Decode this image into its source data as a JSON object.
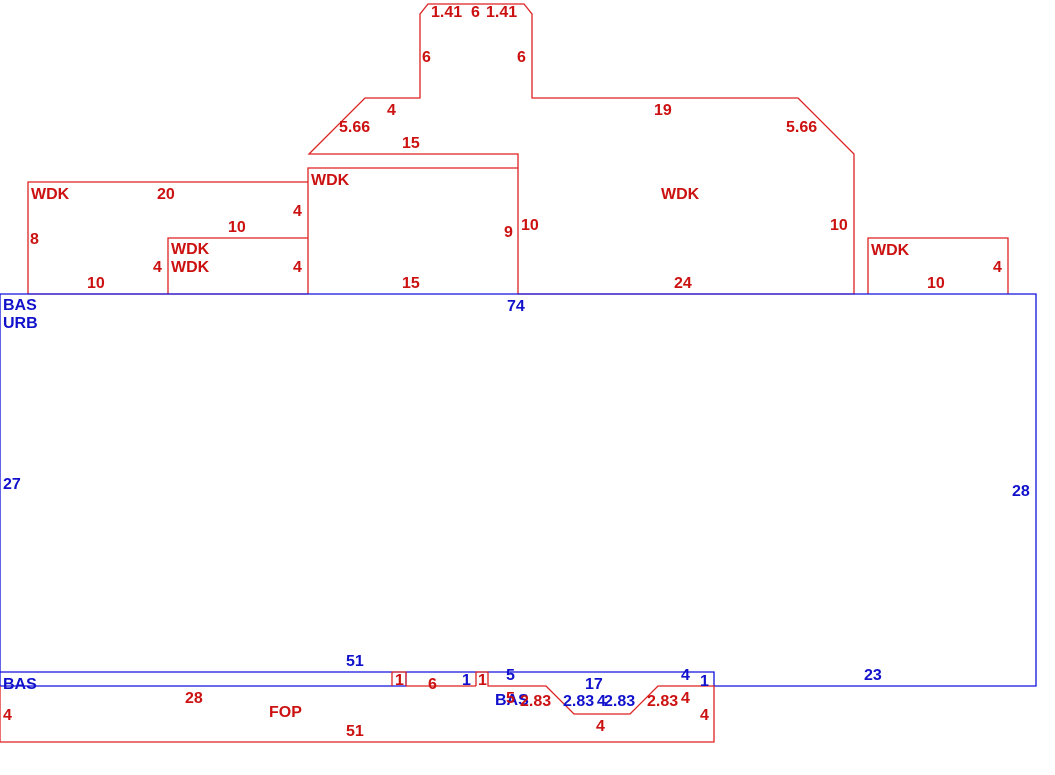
{
  "colors": {
    "wdk_outline": "#dd2222",
    "bas_outline": "#1111dd"
  },
  "areas": {
    "wdk_left": "WDK",
    "wdk_center": "WDK",
    "wdk_main": "WDK",
    "wdk_small_a": "WDK",
    "wdk_small_b": "WDK",
    "wdk_right": "WDK",
    "bas_top": "BAS",
    "urb": "URB",
    "bas_bottom": "BAS",
    "fop": "FOP",
    "bas_notch": "BAS"
  },
  "dims": {
    "top_141_a": "1.41",
    "top_6": "6",
    "top_141_b": "1.41",
    "left_riser_6": "6",
    "right_riser_6": "6",
    "left_step_4": "4",
    "right_step_19": "19",
    "left_diag_566": "5.66",
    "right_diag_566": "5.66",
    "center_top_15": "15",
    "main_height_10": "10",
    "left_wdk_20": "20",
    "left_wdk_8": "8",
    "left_wdk_4": "4",
    "inner_10": "10",
    "inner_9": "9",
    "center_10": "10",
    "small_4_a": "4",
    "small_4_b": "4",
    "bottom_10": "10",
    "bottom_15": "15",
    "bottom_24": "24",
    "right_wdk_4": "4",
    "right_wdk_10": "10",
    "bas_74": "74",
    "bas_27": "27",
    "bas_28": "28",
    "bas_51_top": "51",
    "bas_23": "23",
    "bas_5": "5",
    "bas_17": "17",
    "bas_4": "4",
    "bas_1_a": "1",
    "bas_1_b": "1",
    "fop_1_a": "1",
    "fop_6": "6",
    "fop_1_b": "1",
    "fop_28": "28",
    "fop_4_left": "4",
    "fop_51_bottom": "51",
    "fop_4_right": "4",
    "fop_4_inner": "4",
    "fop_283_a": "2.83",
    "fop_283_b": "2.83",
    "fop_4_notch": "4",
    "bas_283_a": "2.83",
    "bas_283_b": "2.83",
    "bas_4_notch": "4",
    "fop_5": "5"
  }
}
